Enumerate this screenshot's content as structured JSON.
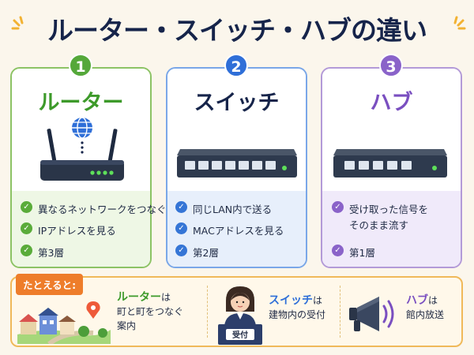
{
  "title": "ルーター・スイッチ・ハブの違い",
  "cards": [
    {
      "number": "1",
      "name": "ルーター",
      "features": [
        "異なるネットワークをつなぐ",
        "IPアドレスを見る",
        "第3層"
      ]
    },
    {
      "number": "2",
      "name": "スイッチ",
      "features": [
        "同じLAN内で送る",
        "MACアドレスを見る",
        "第2層"
      ]
    },
    {
      "number": "3",
      "name": "ハブ",
      "features": [
        "受け取った信号を",
        "そのまま流す",
        "第1層"
      ]
    }
  ],
  "example": {
    "label": "たとえると:",
    "router": {
      "name": "ルーター",
      "suffix": "は",
      "line1": "町と町をつなぐ",
      "line2": "案内"
    },
    "switch": {
      "name": "スイッチ",
      "suffix": "は",
      "line1": "建物内の受付"
    },
    "hub": {
      "name": "ハブ",
      "suffix": "は",
      "line1": "館内放送"
    },
    "desk_sign": "受付"
  },
  "colors": {
    "router": "#3d9a2a",
    "switch": "#2f6fd8",
    "hub": "#8a63c9",
    "accent": "#ee7d2b"
  }
}
